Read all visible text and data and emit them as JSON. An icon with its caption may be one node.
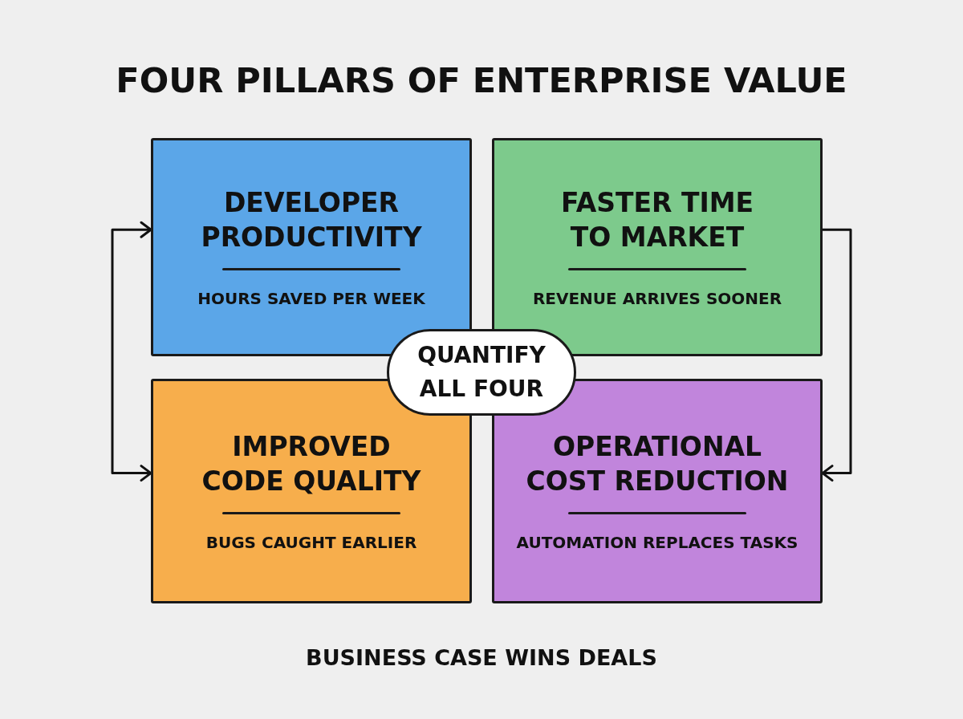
{
  "diagram": {
    "title": "FOUR PILLARS OF ENTERPRISE VALUE",
    "caption": "BUSINESS CASE WINS DEALS",
    "nodes": [
      {
        "text": [
          "DEVELOPER PRODUCTIVITY",
          "HOURS SAVED PER WEEK"
        ]
      },
      {
        "text": [
          "FASTER TIME TO MARKET",
          "REVENUE ARRIVES SOONER"
        ]
      },
      {
        "text": [
          "IMPROVED CODE QUALITY",
          "BUGS CAUGHT EARLIER"
        ]
      },
      {
        "text": [
          "OPERATIONAL COST REDUCTION",
          "AUTOMATION REPLACES TASKS"
        ]
      },
      {
        "text": [
          "QUANTIFY ALL FOUR"
        ]
      }
    ],
    "edges": [
      {
        "from": 0,
        "to": 2,
        "arrow": "both"
      },
      {
        "from": 1,
        "to": 3,
        "arrow": "to"
      }
    ]
  }
}
